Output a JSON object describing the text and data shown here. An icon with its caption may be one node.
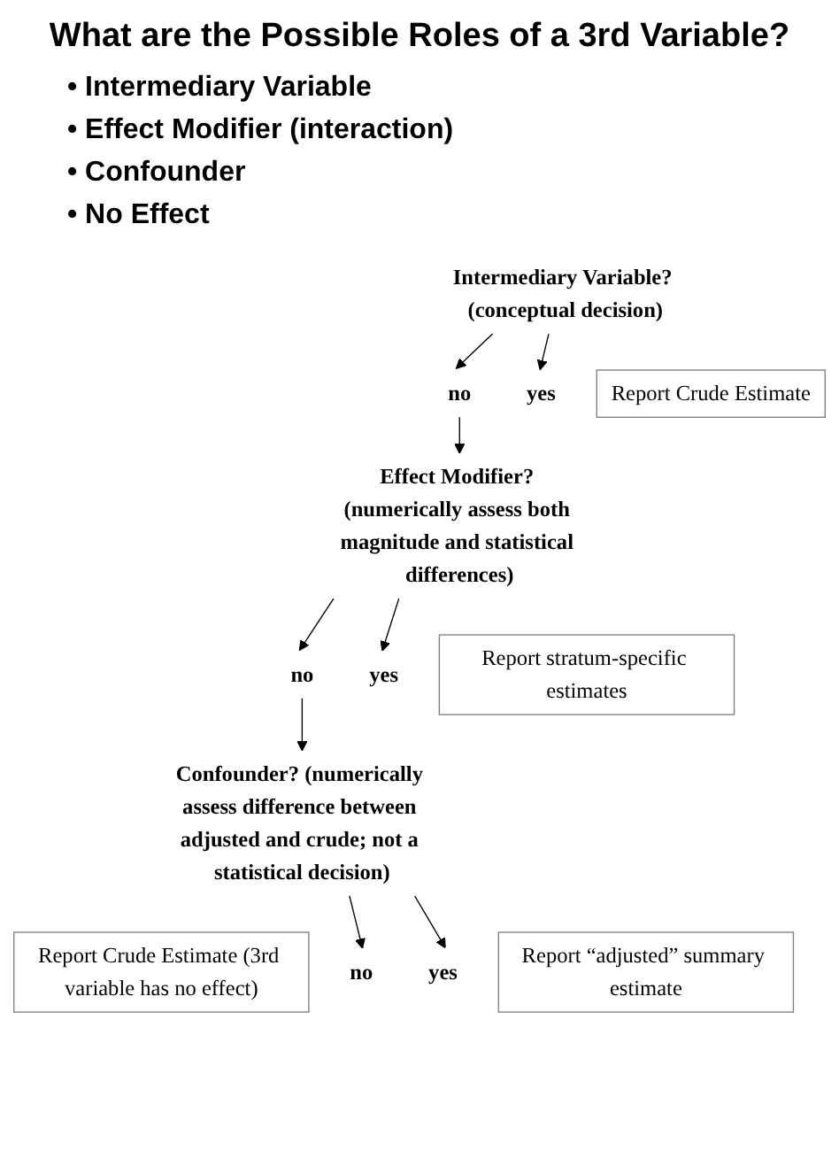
{
  "diagram": {
    "title": "What are the Possible Roles of a 3rd Variable?",
    "nodes": [
      {
        "text": [
          "Intermediary Variable? (conceptual decision)"
        ]
      },
      {
        "text": [
          "no"
        ]
      },
      {
        "text": [
          "yes"
        ]
      },
      {
        "text": [
          "Report Crude Estimate"
        ]
      },
      {
        "text": [
          "Effect Modifier? (numerically assess both magnitude and statistical differences)"
        ]
      },
      {
        "text": [
          "no"
        ]
      },
      {
        "text": [
          "yes"
        ]
      },
      {
        "text": [
          "Report stratum-specific estimates"
        ]
      },
      {
        "text": [
          "Confounder? (numerically assess difference between adjusted and crude; not a statistical decision)"
        ]
      },
      {
        "text": [
          "Report Crude Estimate (3rd variable has no effect)"
        ]
      },
      {
        "text": [
          "no"
        ]
      },
      {
        "text": [
          "yes"
        ]
      },
      {
        "text": [
          "Report “adjusted” summary estimate"
        ]
      }
    ],
    "edges": [
      {
        "from": 0,
        "to": 1,
        "arrow": "to"
      },
      {
        "from": 0,
        "to": 2,
        "arrow": "to"
      },
      {
        "from": 1,
        "to": 4,
        "arrow": "to"
      },
      {
        "from": 4,
        "to": 5,
        "arrow": "to"
      },
      {
        "from": 4,
        "to": 6,
        "arrow": "to"
      },
      {
        "from": 5,
        "to": 8,
        "arrow": "to"
      },
      {
        "from": 8,
        "to": 10,
        "arrow": "to"
      },
      {
        "from": 8,
        "to": 11,
        "arrow": "to"
      }
    ],
    "labels": [
      "• Intermediary Variable",
      "• Effect Modifier (interaction)",
      "• Confounder",
      "• No Effect"
    ]
  }
}
